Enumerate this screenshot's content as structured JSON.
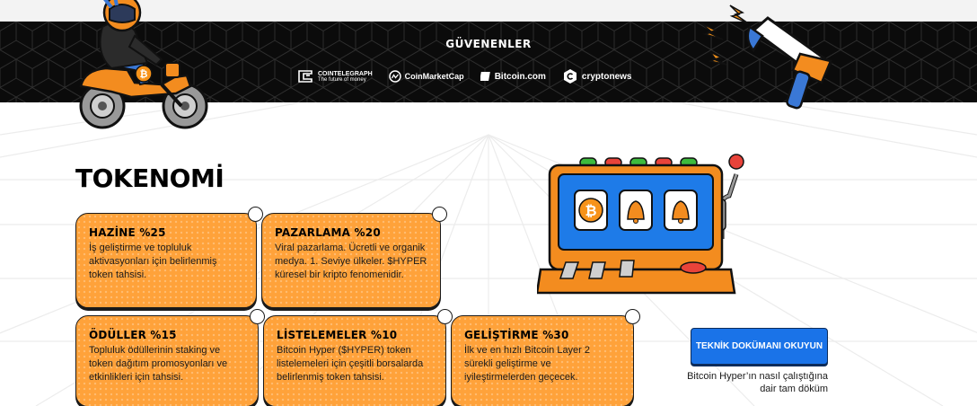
{
  "partners": {
    "title": "GÜVENENLER",
    "logos": [
      {
        "name": "COINTELEGRAPH",
        "tagline": "The future of money"
      },
      {
        "name": "CoinMarketCap"
      },
      {
        "name": "Bitcoin.com"
      },
      {
        "name": "cryptonews"
      }
    ]
  },
  "tokenomics": {
    "heading": "TOKENOMİ",
    "cards": [
      {
        "title": "HAZİNE %25",
        "desc": "İş geliştirme ve topluluk aktivasyonları için belirlenmiş token tahsisi."
      },
      {
        "title": "PAZARLAMA %20",
        "desc": "Viral pazarlama. Ücretli ve organik medya. 1. Seviye ülkeler. $HYPER küresel bir kripto fenomenidir."
      },
      {
        "title": "ÖDÜLLER %15",
        "desc": "Topluluk ödüllerinin staking ve token dağıtım promosyonları ve etkinlikleri için tahsisi."
      },
      {
        "title": "LİSTELEMELER %10",
        "desc": "Bitcoin Hyper ($HYPER) token listelemeleri için çeşitli borsalarda belirlenmiş token tahsisi."
      },
      {
        "title": "GELİŞTİRME %30",
        "desc": "İlk ve en hızlı Bitcoin Layer 2 sürekli geliştirme ve iyileştirmelerden geçecek."
      }
    ]
  },
  "docs": {
    "button_label": "TEKNİK DOKÜMANI OKUYUN",
    "note": "Bitcoin Hyper’ın nasıl çalıştığına dair tam döküm"
  },
  "colors": {
    "card_orange": "#ffa23a",
    "band_dark": "#0b0b0b",
    "button_blue": "#1a73e8",
    "slot_blue": "#1e7be8"
  },
  "icons": [
    "cointelegraph-logo-icon",
    "coinmarketcap-logo-icon",
    "bitcoincom-logo-icon",
    "cryptonews-logo-icon",
    "bitcoin-icon",
    "bell-icon",
    "megaphone-icon",
    "lightning-icon"
  ]
}
